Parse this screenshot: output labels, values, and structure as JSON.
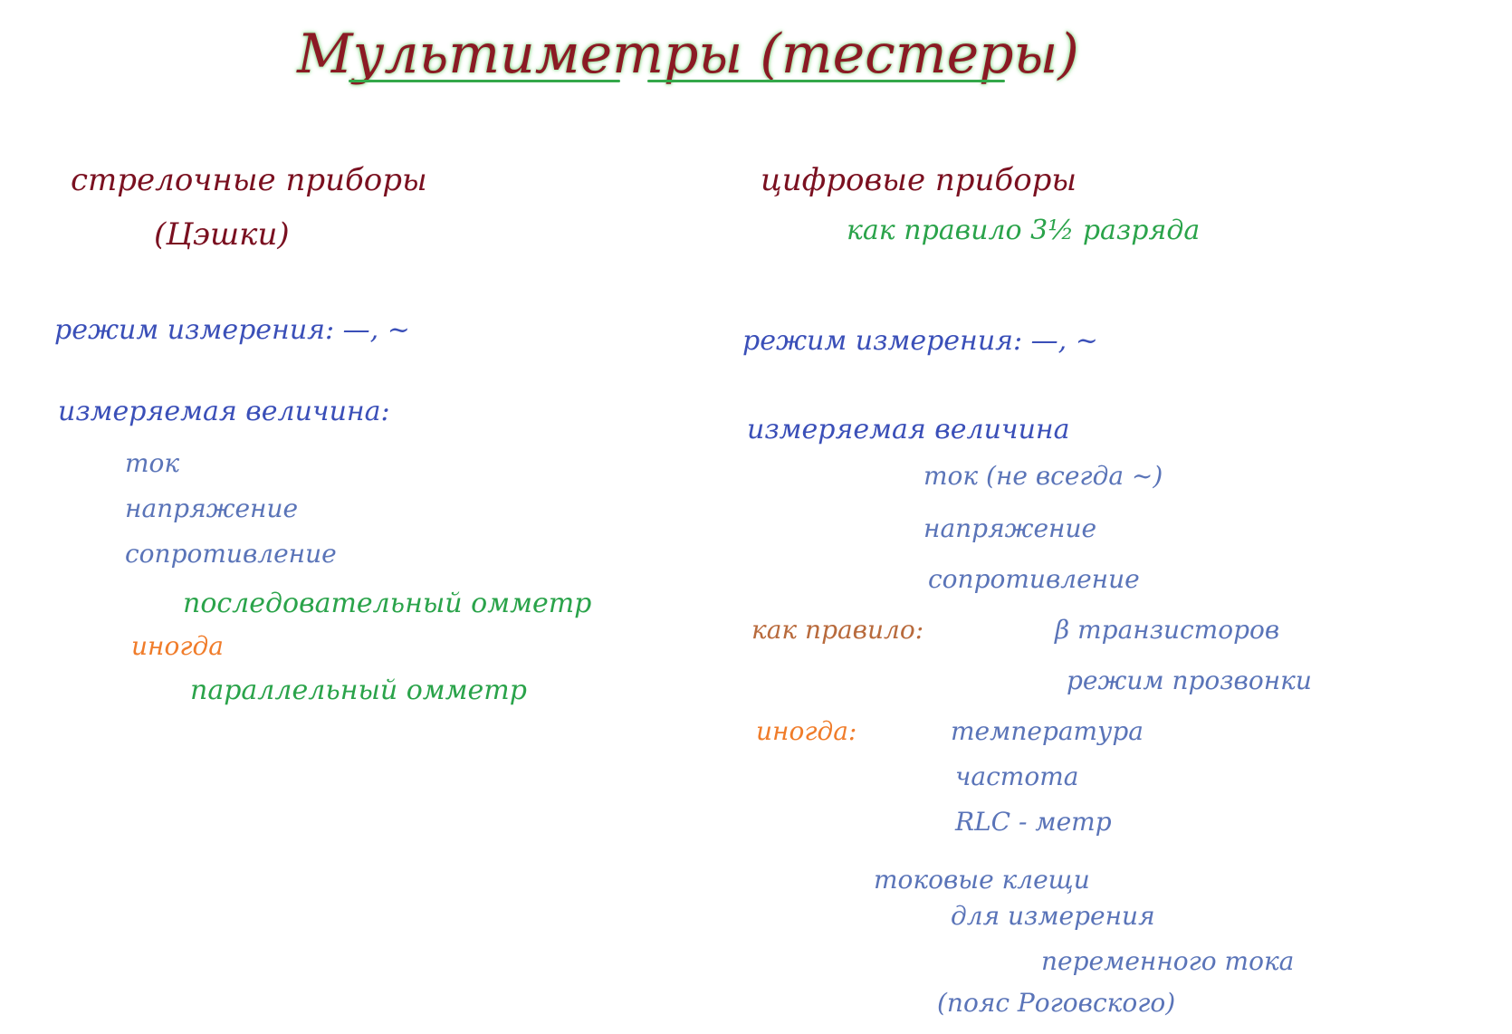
{
  "title": "Мультиметры (тестеры)",
  "left": {
    "heading": "стрелочные приборы",
    "subheading": "(Цэшки)",
    "mode": "режим измерения: —, ~",
    "quantity_label": "измеряемая величина:",
    "items": [
      "ток",
      "напряжение",
      "сопротивление"
    ],
    "series_ohmmeter": "последовательный омметр",
    "sometimes": "иногда",
    "parallel_ohmmeter": "параллельный омметр"
  },
  "right": {
    "heading": "цифровые приборы",
    "digits_note": "как правило 3½ разряда",
    "mode": "режим измерения: —, ~",
    "quantity_label": "измеряемая величина",
    "items": [
      "ток (не всегда ~)",
      "напряжение",
      "сопротивление"
    ],
    "usually_label": "как правило:",
    "usually_items": [
      "β транзисторов",
      "режим прозвонки"
    ],
    "sometimes_label": "иногда:",
    "sometimes_items": [
      "температура",
      "частота",
      "RLC - метр"
    ],
    "clamp": "токовые клещи",
    "clamp_lines": [
      "для измерения",
      "переменного тока",
      "(пояс Роговского)"
    ]
  }
}
